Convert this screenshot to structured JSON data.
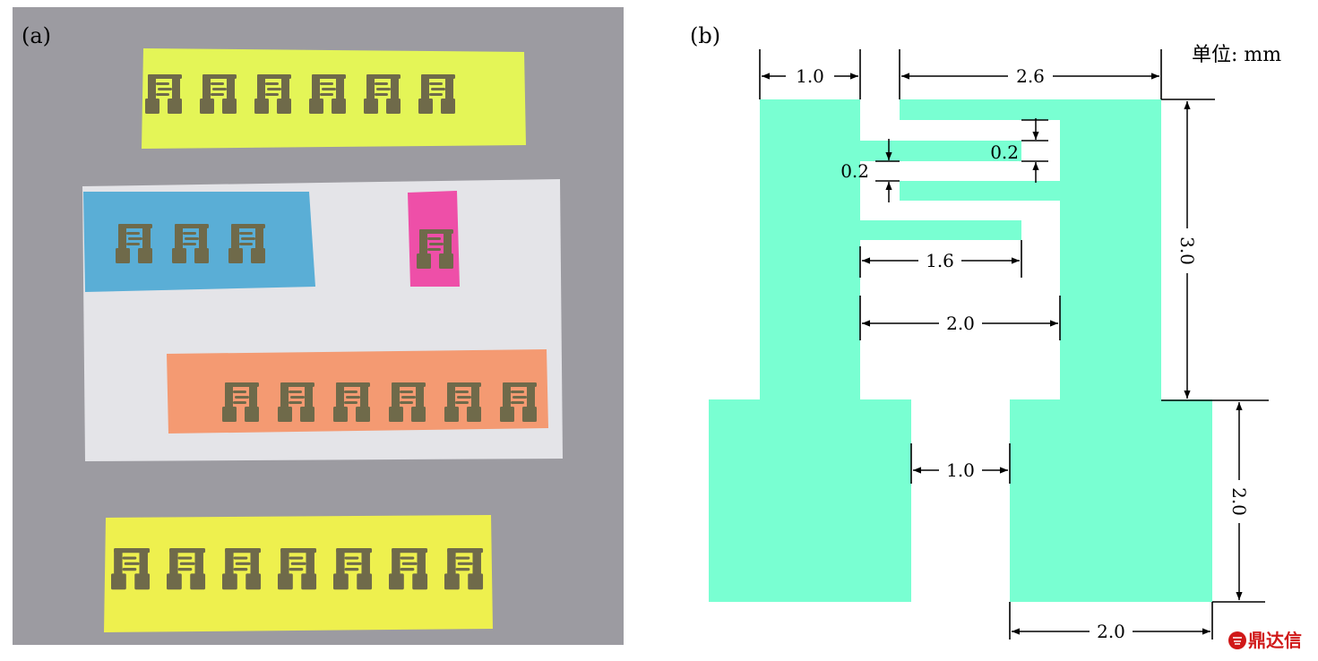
{
  "panel_a": {
    "label": "(a)",
    "colors": {
      "background": "#9c9ba1",
      "card": "#e4e4e8",
      "yellow": "#e4f557",
      "blue": "#5aaed6",
      "pink": "#ee4fa8",
      "orange": "#f49a72",
      "yellow2": "#eef04e",
      "electrode": "#6f6a4a"
    },
    "strips": [
      {
        "name": "yellow-strip-top",
        "color_key": "yellow",
        "count": 6
      },
      {
        "name": "blue-strip",
        "color_key": "blue",
        "count": 3
      },
      {
        "name": "pink-strip",
        "color_key": "pink",
        "count": 1
      },
      {
        "name": "orange-strip",
        "color_key": "orange",
        "count": 6
      },
      {
        "name": "yellow-strip-bottom",
        "color_key": "yellow2",
        "count": 7
      }
    ]
  },
  "panel_b": {
    "label": "(b)",
    "unit": "单位: mm",
    "electrode_color": "#79ffd2",
    "dimensions": {
      "top_left_width": "1.0",
      "top_right_width": "2.6",
      "finger_width": "0.2",
      "finger_gap": "0.2",
      "inner_finger_length": "1.6",
      "inner_gap_width": "2.0",
      "arm_height": "3.0",
      "pad_gap": "1.0",
      "pad_height": "2.0",
      "pad_width": "2.0"
    }
  },
  "watermark": {
    "text": "鼎达信"
  }
}
